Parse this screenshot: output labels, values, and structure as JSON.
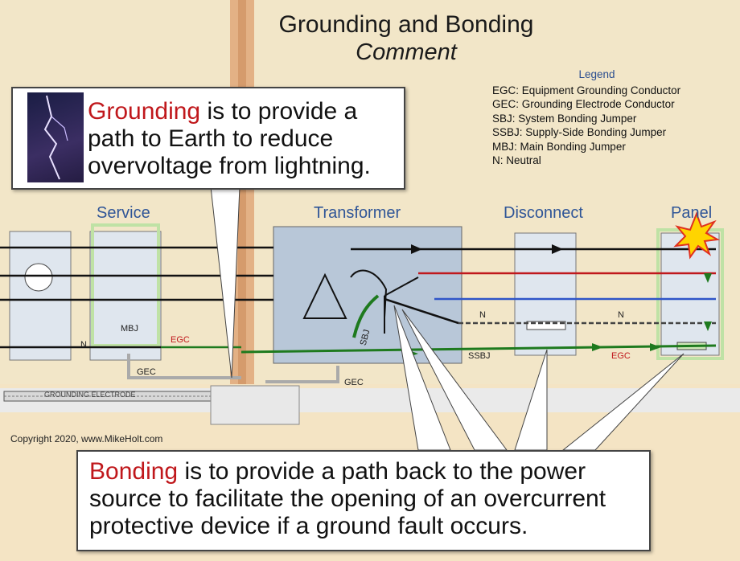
{
  "title": "Grounding and Bonding",
  "subtitle": "Comment",
  "legend": {
    "title": "Legend",
    "items": [
      "EGC: Equipment Grounding Conductor",
      "GEC: Grounding Electrode Conductor",
      "SBJ: System Bonding Jumper",
      "SSBJ: Supply-Side Bonding Jumper",
      "MBJ: Main Bonding Jumper",
      "N: Neutral"
    ]
  },
  "sections": {
    "service": "Service",
    "transformer": "Transformer",
    "disconnect": "Disconnect",
    "panel": "Panel"
  },
  "grounding_box": {
    "keyword": "Grounding",
    "text": " is to provide a path to Earth to reduce overvoltage from lightning."
  },
  "bonding_box": {
    "keyword": "Bonding",
    "text": " is to provide a path back to the power source to facilitate the opening of an overcurrent protective device if a ground fault occurs."
  },
  "labels": {
    "mbj": "MBJ",
    "egc_service": "EGC",
    "n_service": "N",
    "gec_service": "GEC",
    "grounding_electrode": "GROUNDING ELECTRODE",
    "sbj": "SBJ",
    "gec_transformer": "GEC",
    "ssbj": "SSBJ",
    "n_disconnect": "N",
    "n_panel": "N",
    "egc_panel": "EGC"
  },
  "copyright": "Copyright 2020, www.MikeHolt.com",
  "colors": {
    "accent_red": "#c0181c",
    "section_blue": "#2f5597",
    "ground_green": "#1e7a1e",
    "background": "#f2e6c8"
  }
}
